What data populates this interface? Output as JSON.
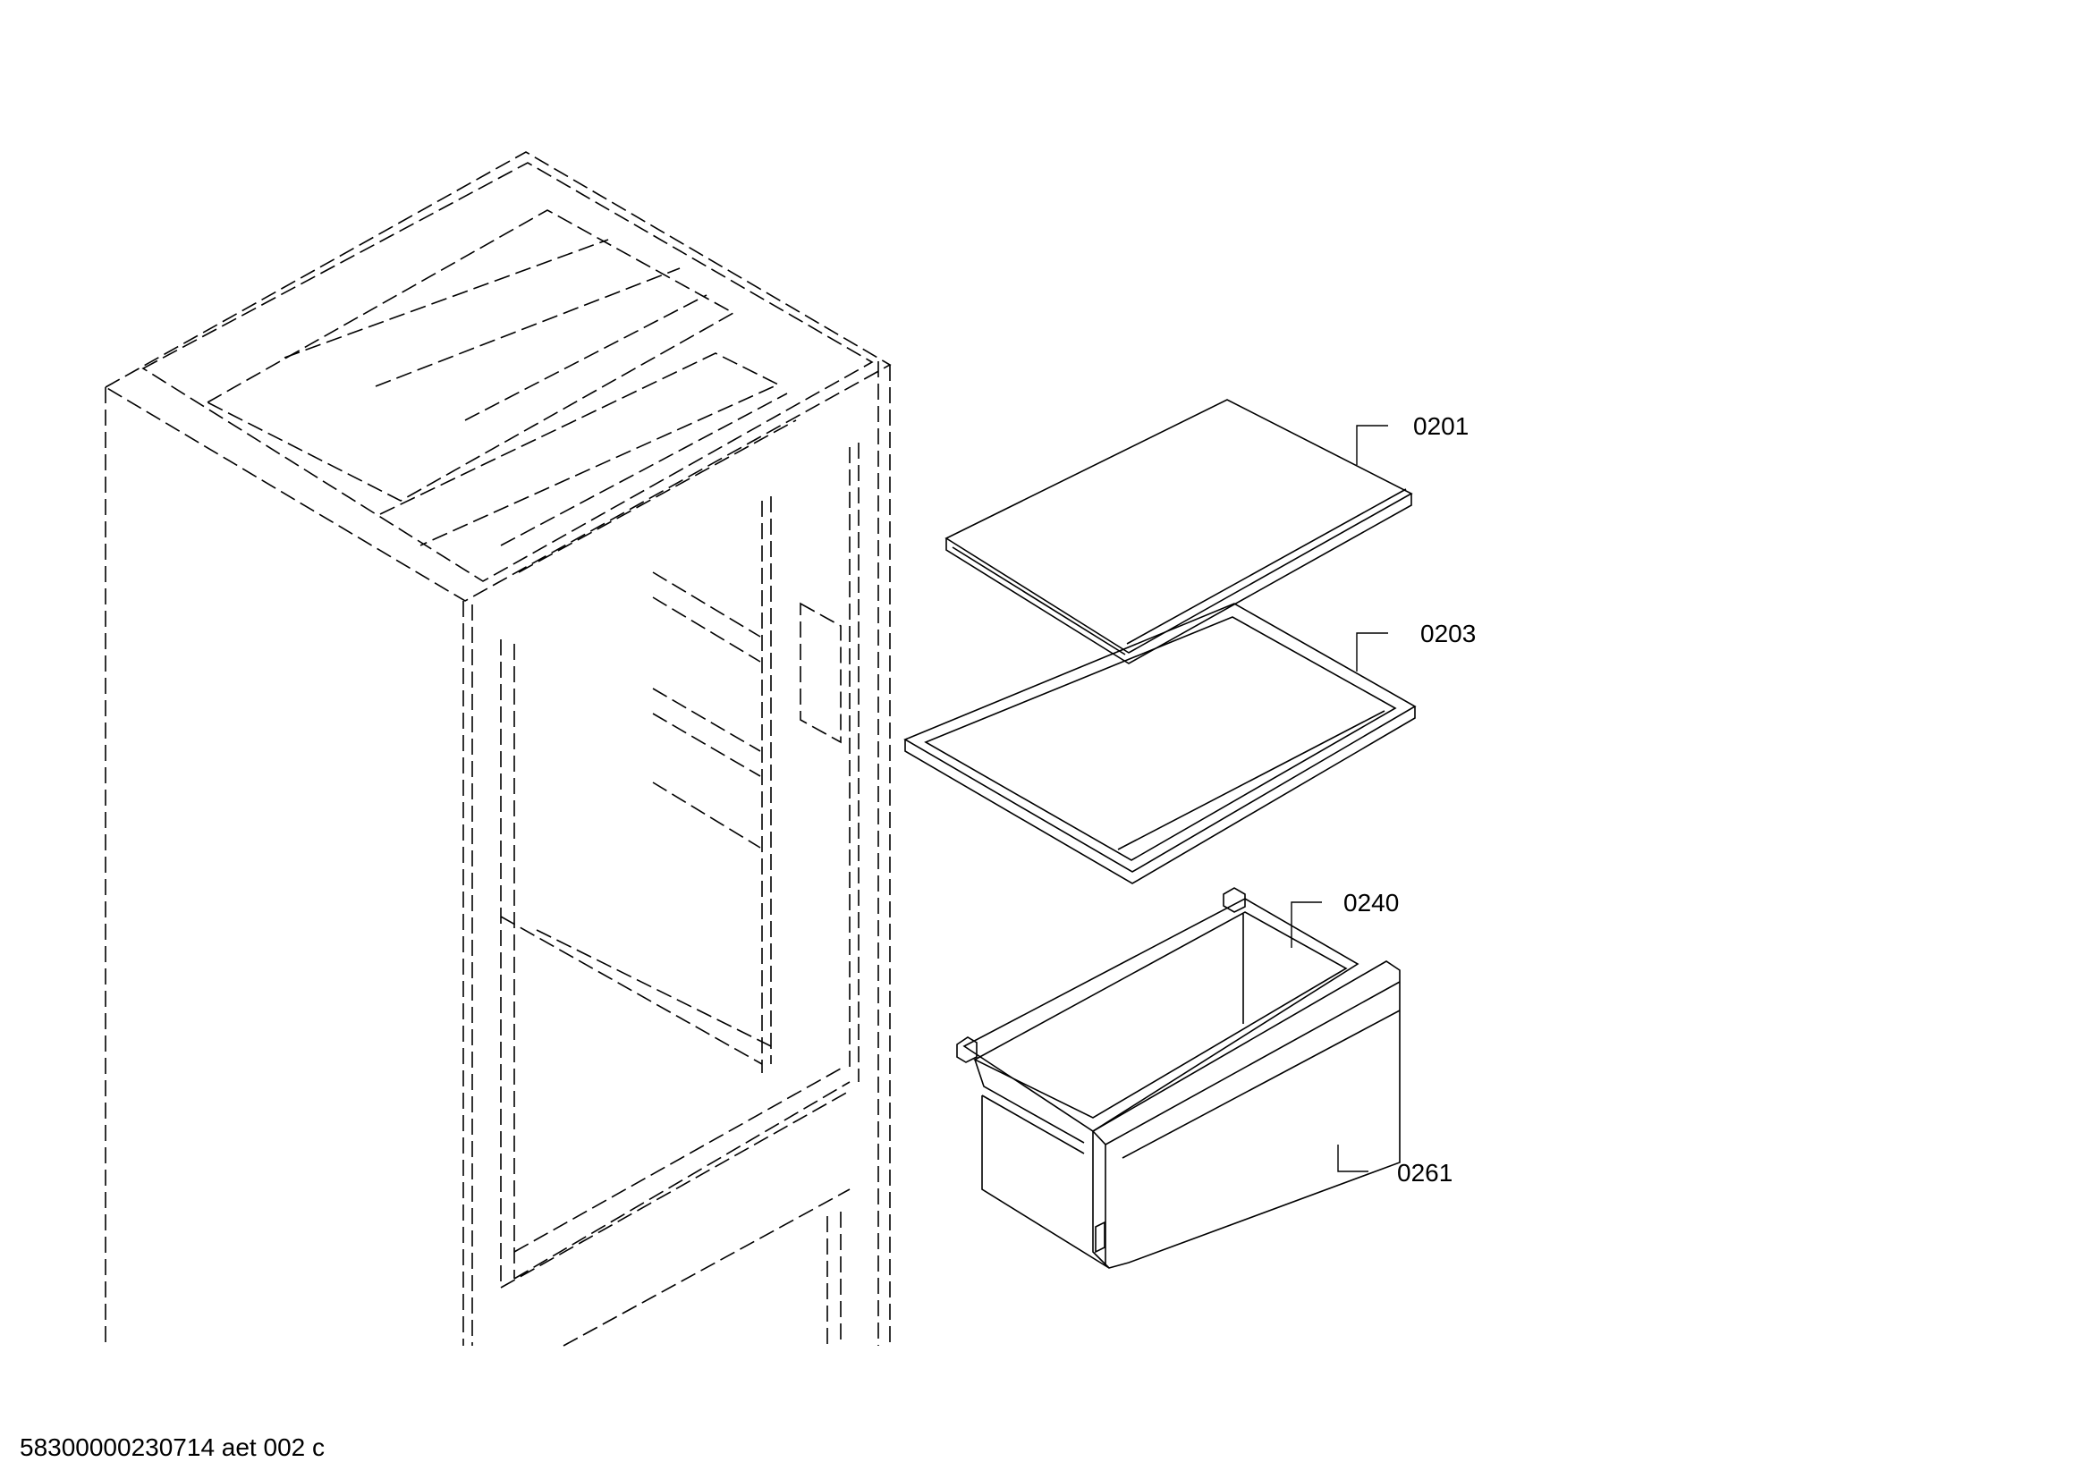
{
  "diagram": {
    "document_code": "58300000230714 aet 002 c",
    "parts": [
      {
        "id": "0201",
        "name_icon": "glass-shelf-icon"
      },
      {
        "id": "0203",
        "name_icon": "shelf-frame-icon"
      },
      {
        "id": "0240",
        "name_icon": "crisper-drawer-icon"
      },
      {
        "id": "0261",
        "name_icon": "drawer-front-panel-icon"
      }
    ]
  }
}
